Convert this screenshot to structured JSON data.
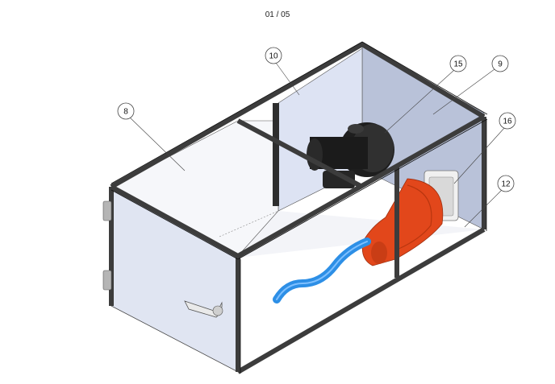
{
  "page": {
    "number": "01 / 05"
  },
  "callouts": [
    {
      "id": "8",
      "label": "8"
    },
    {
      "id": "10",
      "label": "10"
    },
    {
      "id": "15",
      "label": "15"
    },
    {
      "id": "9",
      "label": "9"
    },
    {
      "id": "16",
      "label": "16"
    },
    {
      "id": "12",
      "label": "12"
    }
  ],
  "colors": {
    "frame": "#3c3c3c",
    "panel_light": "#e3e7f2",
    "panel_mid": "#c9cfe0",
    "panel_back": "#b9c2d9",
    "blower": "#2a2a2a",
    "vacuum_unit": "#e2471b",
    "hose": "#2d8fe6",
    "hardware": "#9a9a9a"
  }
}
